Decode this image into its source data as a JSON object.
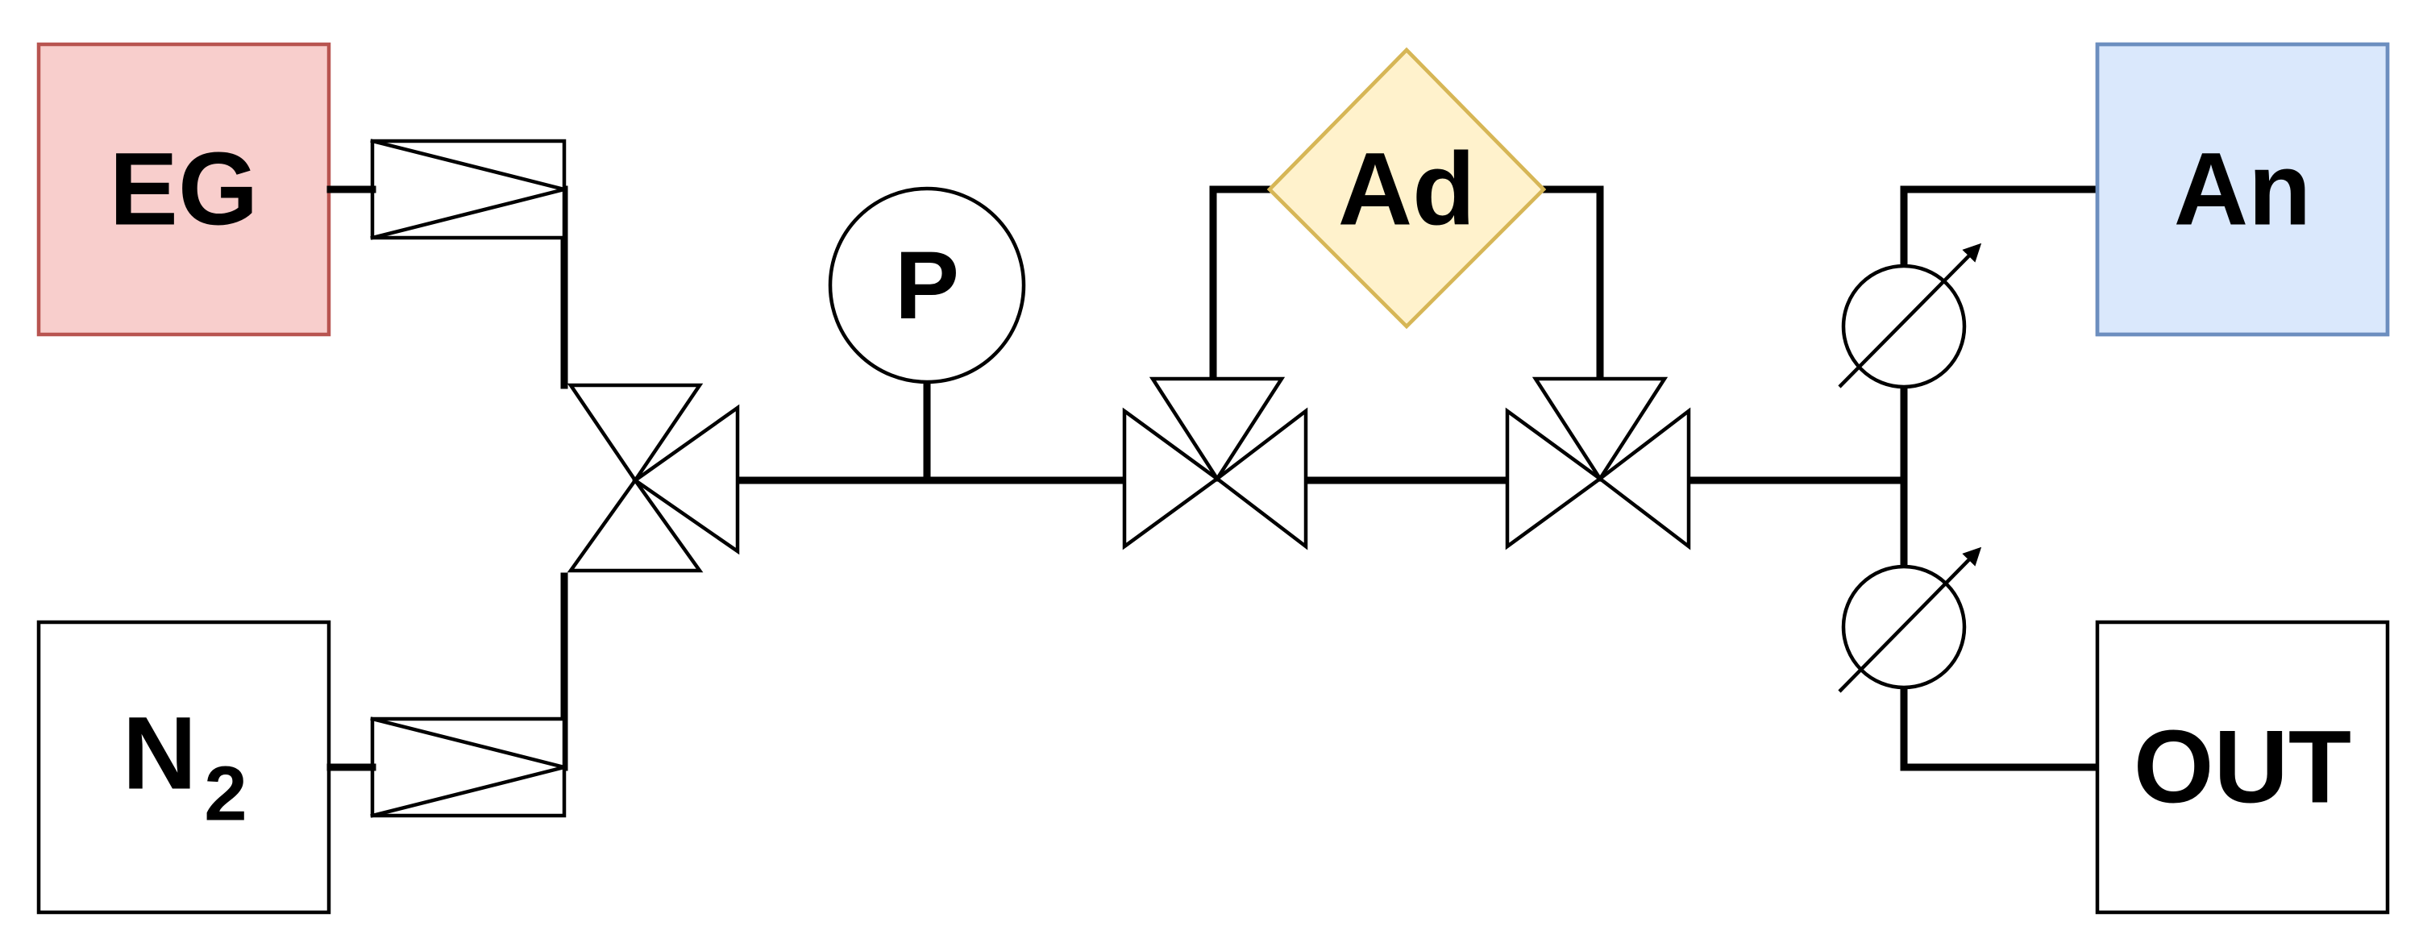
{
  "diagram": {
    "nodes": {
      "eg": {
        "label": "EG",
        "fill": "#f8cecc",
        "stroke": "#b85450"
      },
      "n2": {
        "label": "N",
        "subscript": "2",
        "fill": "#ffffff",
        "stroke": "#000000"
      },
      "p": {
        "label": "P",
        "fill": "#ffffff",
        "stroke": "#000000"
      },
      "ad": {
        "label": "Ad",
        "fill": "#fff2cc",
        "stroke": "#d6b656"
      },
      "an": {
        "label": "An",
        "fill": "#dae8fc",
        "stroke": "#6c8ebf"
      },
      "out": {
        "label": "OUT",
        "fill": "#ffffff",
        "stroke": "#000000"
      }
    },
    "icons": {
      "check_valve": "check-valve-icon",
      "three_way_valve": "three-way-valve-icon",
      "flow_controller": "adjustable-flow-controller-icon",
      "pressure_gauge": "pressure-gauge-icon"
    }
  }
}
